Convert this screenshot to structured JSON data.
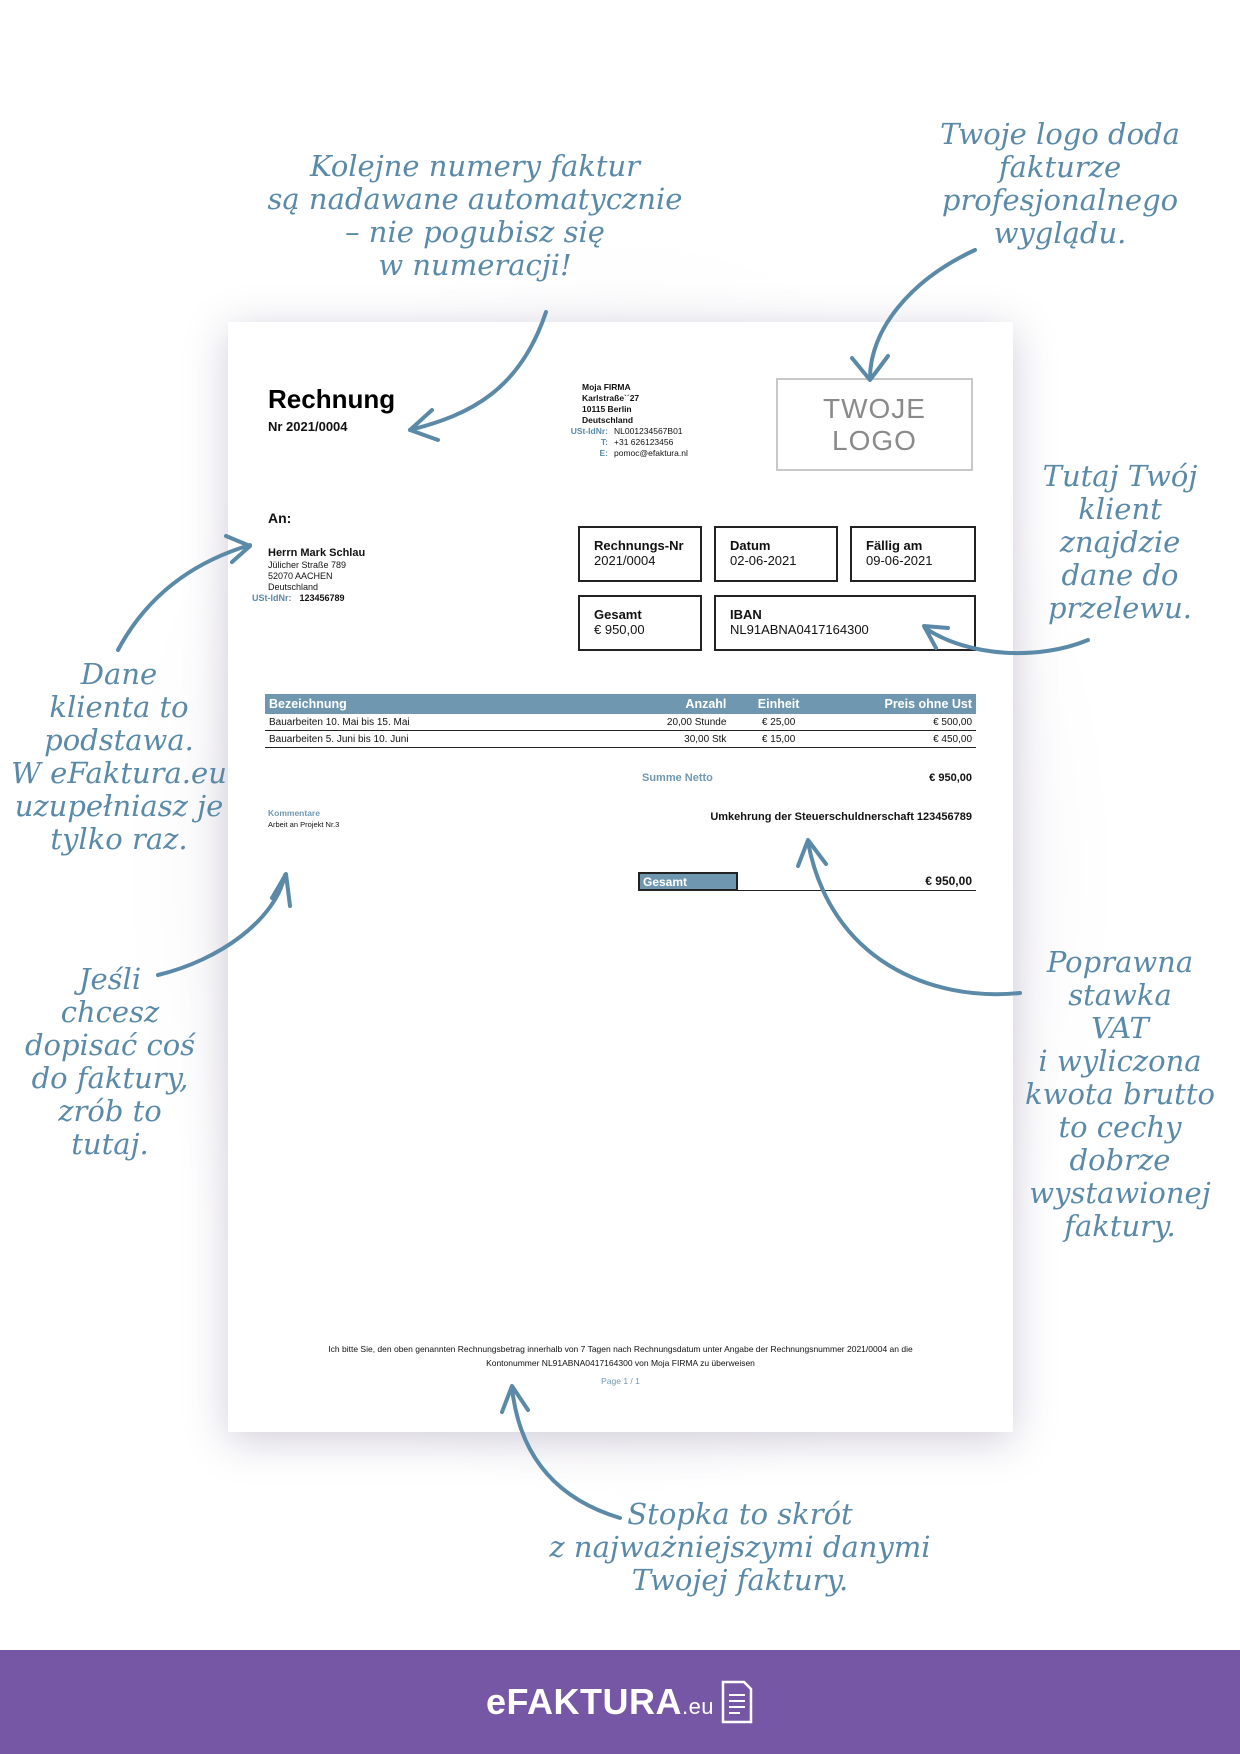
{
  "invoice": {
    "title": "Rechnung",
    "number": "Nr 2021/0004",
    "sender": {
      "company": "Moja FIRMA",
      "street": "Karlstraße`´27",
      "city": "10115 Berlin",
      "country": "Deutschland",
      "vat_label": "USt-IdNr:",
      "vat_value": "NL001234567B01",
      "phone_label": "T:",
      "phone_value": "+31 626123456",
      "email_label": "E:",
      "email_value": "pomoc@efaktura.nl"
    },
    "logo_placeholder": "TWOJE LOGO",
    "to_label": "An:",
    "client": {
      "name": "Herrn Mark Schlau",
      "street": "Jülicher Straße 789",
      "city": "52070 AACHEN",
      "country": "Deutschland",
      "vat_label": "USt-IdNr:",
      "vat_value": "123456789"
    },
    "info_boxes": [
      {
        "label": "Rechnungs-Nr",
        "value": "2021/0004"
      },
      {
        "label": "Datum",
        "value": "02-06-2021"
      },
      {
        "label": "Fällig am",
        "value": "09-06-2021"
      },
      {
        "label": "Gesamt",
        "value": "€ 950,00"
      },
      {
        "label": "IBAN",
        "value": "NL91ABNA0417164300"
      }
    ],
    "table": {
      "headers": [
        "Bezeichnung",
        "Anzahl",
        "Einheit",
        "Preis ohne Ust"
      ],
      "rows": [
        [
          "Bauarbeiten 10. Mai bis 15. Mai",
          "20,00 Stunde",
          "€ 25,00",
          "€ 500,00"
        ],
        [
          "Bauarbeiten 5. Juni bis 10. Juni",
          "30,00 Stk",
          "€ 15,00",
          "€ 450,00"
        ]
      ]
    },
    "summe_netto_label": "Summe Netto",
    "summe_netto_value": "€ 950,00",
    "comment_label": "Kommentare",
    "comment_value": "Arbeit an Projekt Nr.3",
    "reverse_charge": "Umkehrung der Steuerschuldnerschaft 123456789",
    "total_label": "Gesamt",
    "total_value": "€ 950,00",
    "footer_line1": "Ich bitte Sie, den oben genannten Rechnungsbetrag innerhalb von 7 Tagen nach Rechnungsdatum unter Angabe der Rechnungsnummer 2021/0004 an die",
    "footer_line2": "Kontonummer NL91ABNA0417164300 von Moja FIRMA zu überweisen",
    "page": "Page 1 / 1"
  },
  "annotations": {
    "numbering": "Kolejne numery faktur\nsą nadawane automatycznie\n– nie pogubisz się\nw numeracji!",
    "logo": "Twoje logo doda\nfakturze\nprofesjonalnego\nwyglądu.",
    "client_data": "Dane\nklienta to\npodstawa.\nW eFaktura.eu\nuzupełniasz je\ntylko raz.",
    "payment": "Tutaj Twój\nklient\nznajdzie\ndane do\nprzelewu.",
    "comments": "Jeśli\nchcesz\ndopisać coś\ndo faktury,\nzrób to\ntutaj.",
    "vat": "Poprawna\nstawka\nVAT\ni wyliczona\nkwota brutto\nto cechy\ndobrze\nwystawionej\nfaktury.",
    "footer": "Stopka to skrót\nz najważniejszymi danymi\nTwojej faktury."
  },
  "brand": {
    "name": "eFAKTURA",
    "tld": ".eu"
  },
  "colors": {
    "accent": "#6f98b0",
    "annotation": "#5a8aa8",
    "brand_bar": "#7657a5"
  }
}
